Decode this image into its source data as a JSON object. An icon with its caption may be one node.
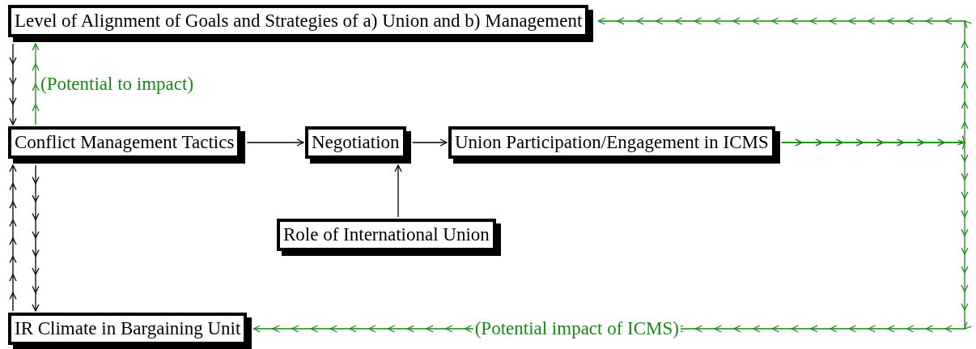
{
  "diagram": {
    "nodes": [
      {
        "text": [
          "Level of Alignment of Goals and Strategies of a) Union and b) Management"
        ]
      },
      {
        "text": [
          "Conflict Management Tactics"
        ]
      },
      {
        "text": [
          "Negotiation"
        ]
      },
      {
        "text": [
          "Union Participation/Engagement in ICMS"
        ]
      },
      {
        "text": [
          "Role of International Union"
        ]
      },
      {
        "text": [
          "IR Climate in Bargaining Unit"
        ]
      }
    ],
    "edges": [
      {
        "from": 0,
        "to": 1,
        "arrow": "to"
      },
      {
        "from": 1,
        "to": 0,
        "arrow": "to",
        "label": "(Potential to impact)",
        "color": "#178a17"
      },
      {
        "from": 1,
        "to": 2,
        "arrow": "to"
      },
      {
        "from": 2,
        "to": 3,
        "arrow": "to"
      },
      {
        "from": 4,
        "to": 2,
        "arrow": "to"
      },
      {
        "from": 1,
        "to": 5,
        "arrow": "to"
      },
      {
        "from": 5,
        "to": 1,
        "arrow": "to"
      },
      {
        "from": 3,
        "to": 0,
        "arrow": "to",
        "color": "#178a17"
      },
      {
        "from": 3,
        "to": 5,
        "arrow": "to",
        "label": "(Potential impact of ICMS)",
        "color": "#178a17"
      }
    ]
  }
}
